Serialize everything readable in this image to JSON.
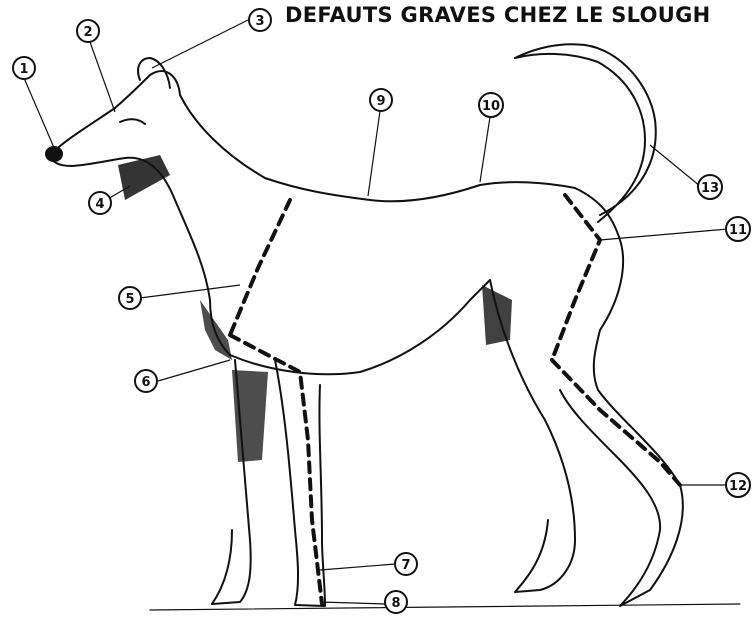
{
  "title": "DEFAUTS GRAVES CHEZ LE SLOUGH",
  "callouts": [
    "1",
    "2",
    "3",
    "4",
    "5",
    "6",
    "7",
    "8",
    "9",
    "10",
    "11",
    "12",
    "13"
  ],
  "colors": {
    "ink": "#111111",
    "paper": "#ffffff"
  }
}
